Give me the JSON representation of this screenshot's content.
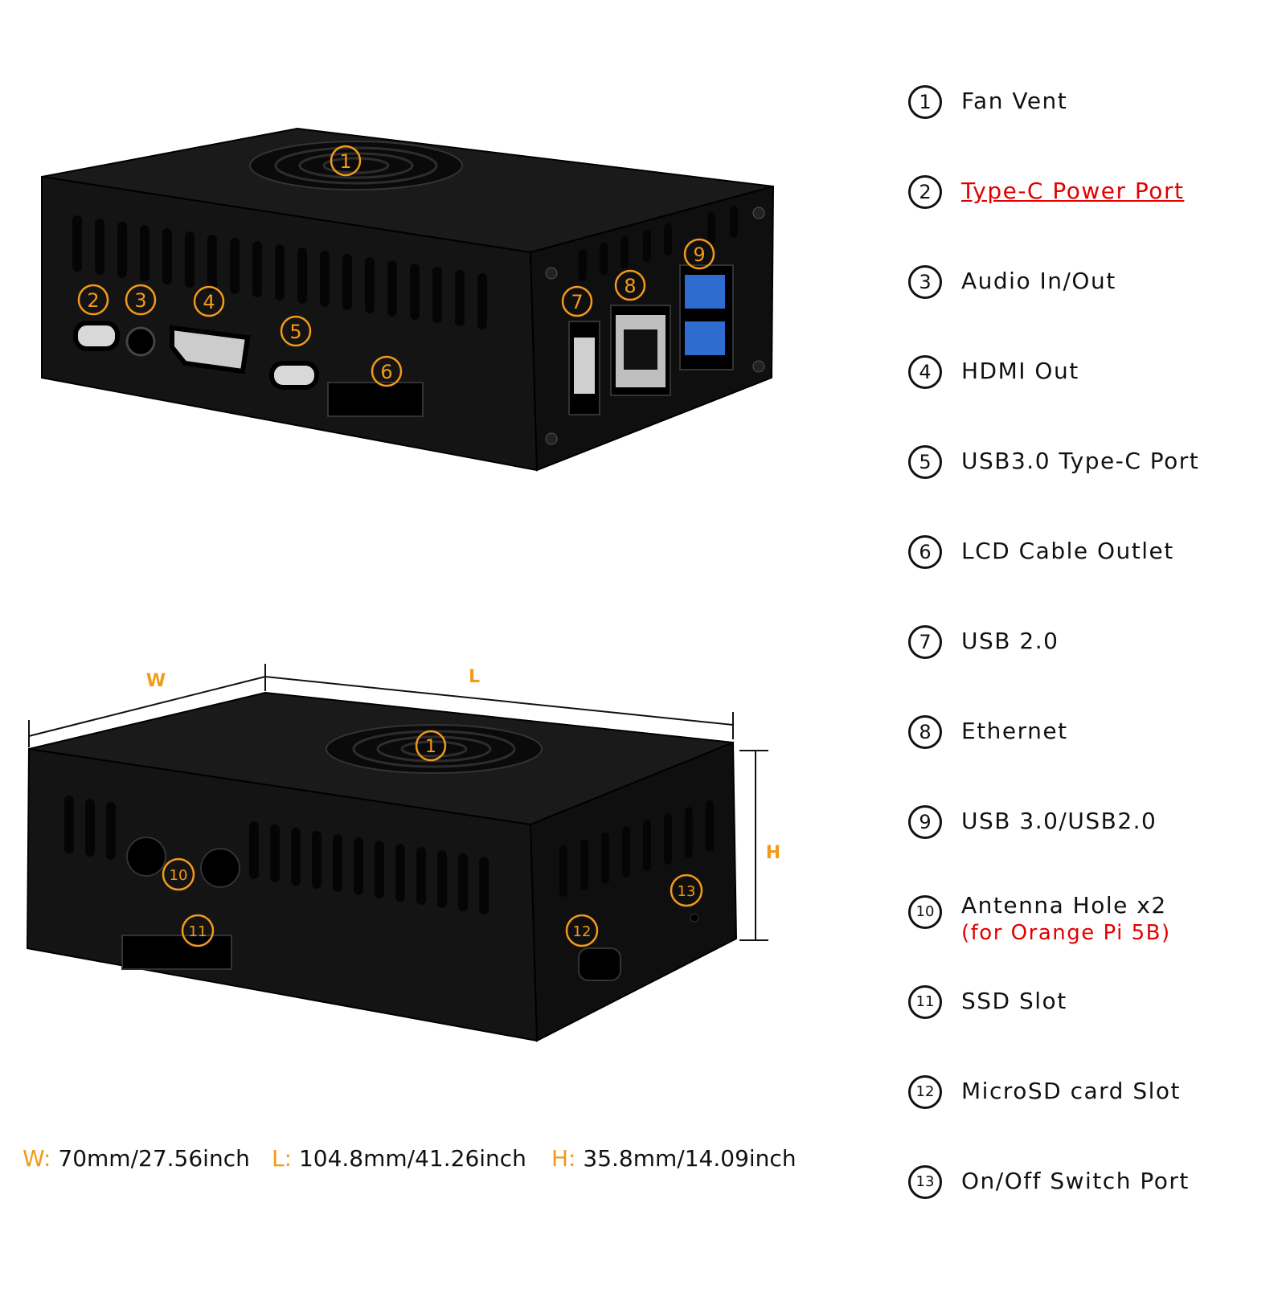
{
  "legend": [
    {
      "num": "1",
      "label": "Fan Vent"
    },
    {
      "num": "2",
      "label": "Type-C Power Port"
    },
    {
      "num": "3",
      "label": "Audio In/Out"
    },
    {
      "num": "4",
      "label": "HDMI Out"
    },
    {
      "num": "5",
      "label": "USB3.0 Type-C Port"
    },
    {
      "num": "6",
      "label": "LCD Cable Outlet"
    },
    {
      "num": "7",
      "label": "USB 2.0"
    },
    {
      "num": "8",
      "label": "Ethernet"
    },
    {
      "num": "9",
      "label": "USB 3.0/USB2.0"
    },
    {
      "num": "10",
      "label": "Antenna Hole x2",
      "sub": "(for Orange Pi 5B)"
    },
    {
      "num": "11",
      "label": "SSD Slot"
    },
    {
      "num": "12",
      "label": "MicroSD card Slot"
    },
    {
      "num": "13",
      "label": "On/Off Switch Port"
    }
  ],
  "top_view_markers": [
    "1",
    "2",
    "3",
    "4",
    "5",
    "6",
    "7",
    "8",
    "9"
  ],
  "bottom_view_markers": [
    "1",
    "10",
    "11",
    "12",
    "13"
  ],
  "dimension_labels": {
    "w": "W",
    "l": "L",
    "h": "H"
  },
  "dimensions": {
    "w_key": "W:",
    "w_val": "70mm/27.56inch",
    "l_key": "L:",
    "l_val": "104.8mm/41.26inch",
    "h_key": "H:",
    "h_val": "35.8mm/14.09inch"
  },
  "colors": {
    "accent": "#f29a1a",
    "highlight": "#e30000",
    "case": "#111111"
  }
}
